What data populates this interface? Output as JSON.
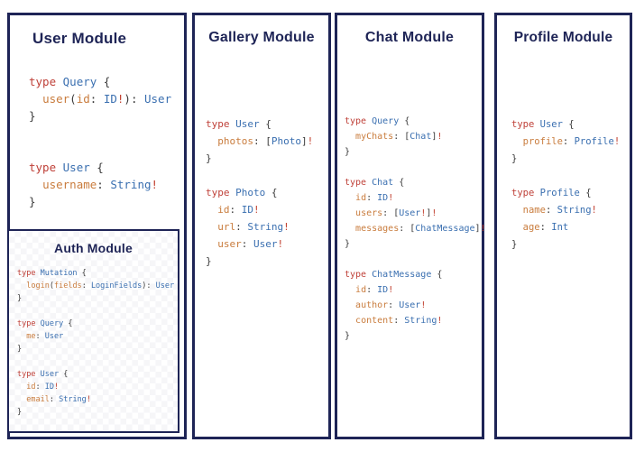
{
  "colors": {
    "navy": "#1e2456",
    "kw_red": "#bf4038",
    "type_blue": "#3a6fb0",
    "field_orange": "#c97c3d",
    "punct_ink": "#3b3b3b",
    "bang_red": "#c2402f"
  },
  "modules": [
    {
      "id": "user-module",
      "title": "User Module",
      "code": [
        [
          [
            "kw",
            "type"
          ],
          [
            "pl",
            " "
          ],
          [
            "tn",
            "Query"
          ],
          [
            "pn",
            " {"
          ]
        ],
        [
          [
            "pl",
            "  "
          ],
          [
            "fd",
            "user"
          ],
          [
            "pn",
            "("
          ],
          [
            "fd",
            "id"
          ],
          [
            "pn",
            ": "
          ],
          [
            "tn",
            "ID"
          ],
          [
            "bang",
            "!"
          ],
          [
            "pn",
            "): "
          ],
          [
            "tn",
            "User"
          ]
        ],
        [
          [
            "pn",
            "}"
          ]
        ],
        [],
        [],
        [
          [
            "kw",
            "type"
          ],
          [
            "pl",
            " "
          ],
          [
            "tn",
            "User"
          ],
          [
            "pn",
            " {"
          ]
        ],
        [
          [
            "pl",
            "  "
          ],
          [
            "fd",
            "username"
          ],
          [
            "pn",
            ": "
          ],
          [
            "tn",
            "String"
          ],
          [
            "bang",
            "!"
          ]
        ],
        [
          [
            "pn",
            "}"
          ]
        ]
      ]
    },
    {
      "id": "auth-module",
      "title": "Auth Module",
      "code": [
        [
          [
            "kw",
            "type"
          ],
          [
            "pl",
            " "
          ],
          [
            "tn",
            "Mutation"
          ],
          [
            "pn",
            " {"
          ]
        ],
        [
          [
            "pl",
            "  "
          ],
          [
            "fd",
            "login"
          ],
          [
            "pn",
            "("
          ],
          [
            "fd",
            "fields"
          ],
          [
            "pn",
            ": "
          ],
          [
            "tn",
            "LoginFields"
          ],
          [
            "pn",
            "): "
          ],
          [
            "tn",
            "User"
          ]
        ],
        [
          [
            "pn",
            "}"
          ]
        ],
        [],
        [
          [
            "kw",
            "type"
          ],
          [
            "pl",
            " "
          ],
          [
            "tn",
            "Query"
          ],
          [
            "pn",
            " {"
          ]
        ],
        [
          [
            "pl",
            "  "
          ],
          [
            "fd",
            "me"
          ],
          [
            "pn",
            ": "
          ],
          [
            "tn",
            "User"
          ]
        ],
        [
          [
            "pn",
            "}"
          ]
        ],
        [],
        [
          [
            "kw",
            "type"
          ],
          [
            "pl",
            " "
          ],
          [
            "tn",
            "User"
          ],
          [
            "pn",
            " {"
          ]
        ],
        [
          [
            "pl",
            "  "
          ],
          [
            "fd",
            "id"
          ],
          [
            "pn",
            ": "
          ],
          [
            "tn",
            "ID"
          ],
          [
            "bang",
            "!"
          ]
        ],
        [
          [
            "pl",
            "  "
          ],
          [
            "fd",
            "email"
          ],
          [
            "pn",
            ": "
          ],
          [
            "tn",
            "String"
          ],
          [
            "bang",
            "!"
          ]
        ],
        [
          [
            "pn",
            "}"
          ]
        ]
      ]
    },
    {
      "id": "gallery-module",
      "title": "Gallery Module",
      "code": [
        [
          [
            "kw",
            "type"
          ],
          [
            "pl",
            " "
          ],
          [
            "tn",
            "User"
          ],
          [
            "pn",
            " {"
          ]
        ],
        [
          [
            "pl",
            "  "
          ],
          [
            "fd",
            "photos"
          ],
          [
            "pn",
            ": ["
          ],
          [
            "tn",
            "Photo"
          ],
          [
            "pn",
            "]"
          ],
          [
            "bang",
            "!"
          ]
        ],
        [
          [
            "pn",
            "}"
          ]
        ],
        [],
        [
          [
            "kw",
            "type"
          ],
          [
            "pl",
            " "
          ],
          [
            "tn",
            "Photo"
          ],
          [
            "pn",
            " {"
          ]
        ],
        [
          [
            "pl",
            "  "
          ],
          [
            "fd",
            "id"
          ],
          [
            "pn",
            ": "
          ],
          [
            "tn",
            "ID"
          ],
          [
            "bang",
            "!"
          ]
        ],
        [
          [
            "pl",
            "  "
          ],
          [
            "fd",
            "url"
          ],
          [
            "pn",
            ": "
          ],
          [
            "tn",
            "String"
          ],
          [
            "bang",
            "!"
          ]
        ],
        [
          [
            "pl",
            "  "
          ],
          [
            "fd",
            "user"
          ],
          [
            "pn",
            ": "
          ],
          [
            "tn",
            "User"
          ],
          [
            "bang",
            "!"
          ]
        ],
        [
          [
            "pn",
            "}"
          ]
        ]
      ]
    },
    {
      "id": "chat-module",
      "title": "Chat Module",
      "code": [
        [
          [
            "kw",
            "type"
          ],
          [
            "pl",
            " "
          ],
          [
            "tn",
            "Query"
          ],
          [
            "pn",
            " {"
          ]
        ],
        [
          [
            "pl",
            "  "
          ],
          [
            "fd",
            "myChats"
          ],
          [
            "pn",
            ": ["
          ],
          [
            "tn",
            "Chat"
          ],
          [
            "pn",
            "]"
          ],
          [
            "bang",
            "!"
          ]
        ],
        [
          [
            "pn",
            "}"
          ]
        ],
        [],
        [
          [
            "kw",
            "type"
          ],
          [
            "pl",
            " "
          ],
          [
            "tn",
            "Chat"
          ],
          [
            "pn",
            " {"
          ]
        ],
        [
          [
            "pl",
            "  "
          ],
          [
            "fd",
            "id"
          ],
          [
            "pn",
            ": "
          ],
          [
            "tn",
            "ID"
          ],
          [
            "bang",
            "!"
          ]
        ],
        [
          [
            "pl",
            "  "
          ],
          [
            "fd",
            "users"
          ],
          [
            "pn",
            ": ["
          ],
          [
            "tn",
            "User"
          ],
          [
            "bang",
            "!"
          ],
          [
            "pn",
            "]"
          ],
          [
            "bang",
            "!"
          ]
        ],
        [
          [
            "pl",
            "  "
          ],
          [
            "fd",
            "messages"
          ],
          [
            "pn",
            ": ["
          ],
          [
            "tn",
            "ChatMessage"
          ],
          [
            "pn",
            "]"
          ],
          [
            "bang",
            "!"
          ]
        ],
        [
          [
            "pn",
            "}"
          ]
        ],
        [],
        [
          [
            "kw",
            "type"
          ],
          [
            "pl",
            " "
          ],
          [
            "tn",
            "ChatMessage"
          ],
          [
            "pn",
            " {"
          ]
        ],
        [
          [
            "pl",
            "  "
          ],
          [
            "fd",
            "id"
          ],
          [
            "pn",
            ": "
          ],
          [
            "tn",
            "ID"
          ],
          [
            "bang",
            "!"
          ]
        ],
        [
          [
            "pl",
            "  "
          ],
          [
            "fd",
            "author"
          ],
          [
            "pn",
            ": "
          ],
          [
            "tn",
            "User"
          ],
          [
            "bang",
            "!"
          ]
        ],
        [
          [
            "pl",
            "  "
          ],
          [
            "fd",
            "content"
          ],
          [
            "pn",
            ": "
          ],
          [
            "tn",
            "String"
          ],
          [
            "bang",
            "!"
          ]
        ],
        [
          [
            "pn",
            "}"
          ]
        ]
      ]
    },
    {
      "id": "profile-module",
      "title": "Profile Module",
      "code": [
        [
          [
            "kw",
            "type"
          ],
          [
            "pl",
            " "
          ],
          [
            "tn",
            "User"
          ],
          [
            "pn",
            " {"
          ]
        ],
        [
          [
            "pl",
            "  "
          ],
          [
            "fd",
            "profile"
          ],
          [
            "pn",
            ": "
          ],
          [
            "tn",
            "Profile"
          ],
          [
            "bang",
            "!"
          ]
        ],
        [
          [
            "pn",
            "}"
          ]
        ],
        [],
        [
          [
            "kw",
            "type"
          ],
          [
            "pl",
            " "
          ],
          [
            "tn",
            "Profile"
          ],
          [
            "pn",
            " {"
          ]
        ],
        [
          [
            "pl",
            "  "
          ],
          [
            "fd",
            "name"
          ],
          [
            "pn",
            ": "
          ],
          [
            "tn",
            "String"
          ],
          [
            "bang",
            "!"
          ]
        ],
        [
          [
            "pl",
            "  "
          ],
          [
            "fd",
            "age"
          ],
          [
            "pn",
            ": "
          ],
          [
            "tn",
            "Int"
          ]
        ],
        [
          [
            "pn",
            "}"
          ]
        ]
      ]
    }
  ]
}
